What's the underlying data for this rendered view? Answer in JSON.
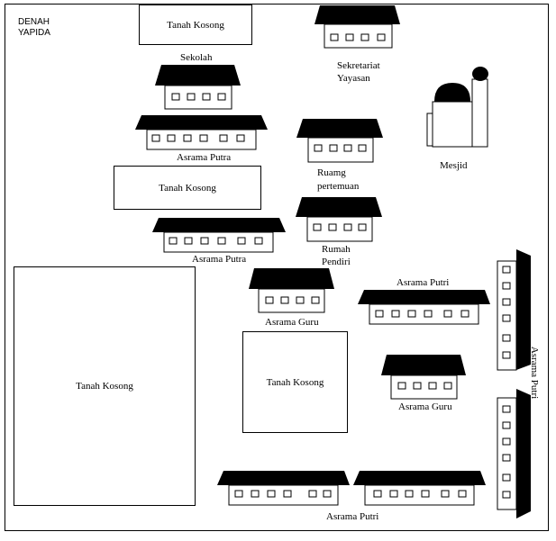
{
  "title": {
    "line1": "DENAH",
    "line2": "YAPIDA"
  },
  "empty_lots": {
    "top": "Tanah Kosong",
    "middle_left": "Tanah Kosong",
    "large_left": "Tanah Kosong",
    "center": "Tanah Kosong"
  },
  "labels": {
    "sekolah": "Sekolah",
    "sekretariat_line1": "Sekretariat",
    "sekretariat_line2": "Yayasan",
    "asrama_putra_1": "Asrama Putra",
    "asrama_putra_2": "Asrama Putra",
    "ruang_line1": "Ruamg",
    "ruang_line2": "pertemuan",
    "mesjid": "Mesjid",
    "rumah_line1": "Rumah",
    "rumah_line2": "Pendiri",
    "asrama_guru_1": "Asrama Guru",
    "asrama_guru_2": "Asrama Guru",
    "asrama_putri_top": "Asrama Putri",
    "asrama_putri_bottom": "Asrama Putri",
    "asrama_putri_vertical": "Asrama Putri"
  }
}
